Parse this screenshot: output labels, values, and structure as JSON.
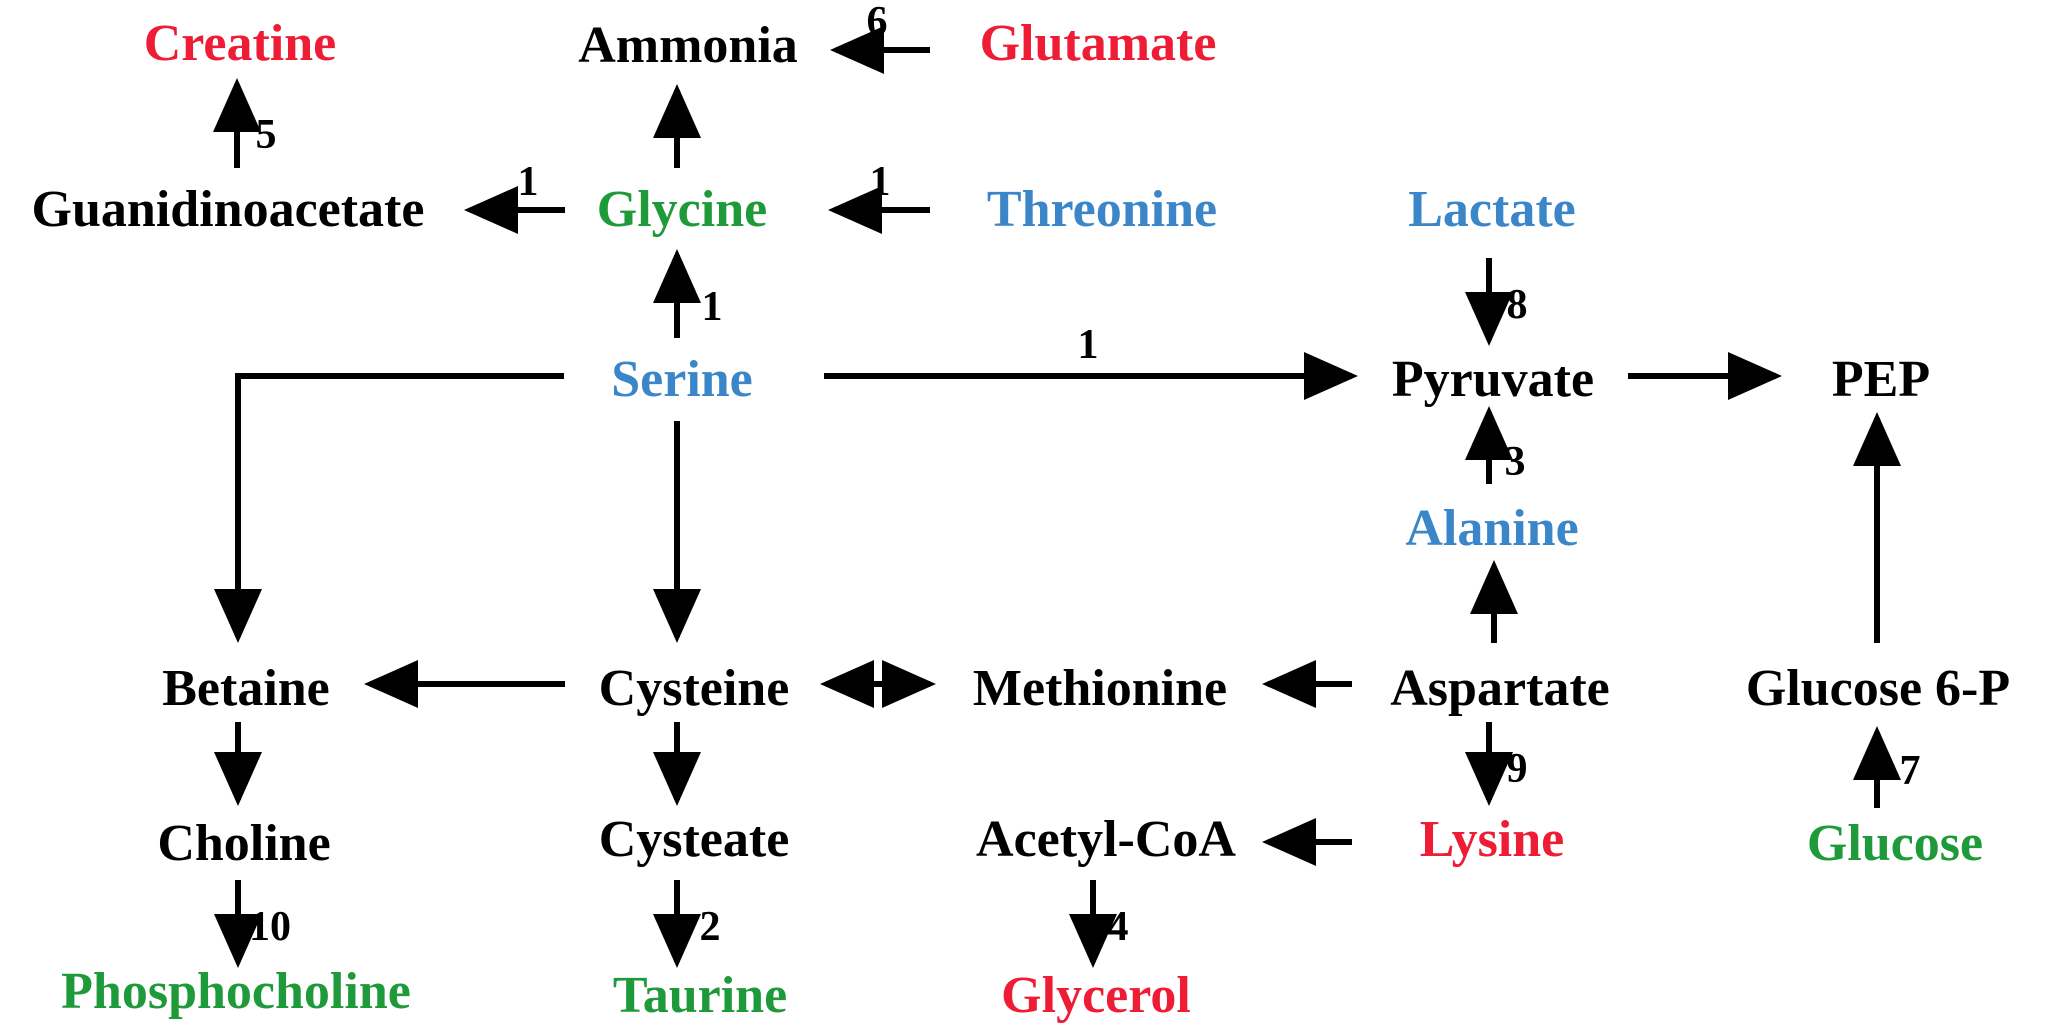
{
  "colors": {
    "red": "#ee1c34",
    "blue": "#3a86c8",
    "green": "#1f9a3a",
    "black": "#000000"
  },
  "nodes": {
    "creatine": {
      "label": "Creatine",
      "color": "red"
    },
    "ammonia": {
      "label": "Ammonia",
      "color": "black"
    },
    "glutamate": {
      "label": "Glutamate",
      "color": "red"
    },
    "guanidinoacetate": {
      "label": "Guanidinoacetate",
      "color": "black"
    },
    "glycine": {
      "label": "Glycine",
      "color": "green"
    },
    "threonine": {
      "label": "Threonine",
      "color": "blue"
    },
    "lactate": {
      "label": "Lactate",
      "color": "blue"
    },
    "serine": {
      "label": "Serine",
      "color": "blue"
    },
    "pyruvate": {
      "label": "Pyruvate",
      "color": "black"
    },
    "pep": {
      "label": "PEP",
      "color": "black"
    },
    "alanine": {
      "label": "Alanine",
      "color": "blue"
    },
    "betaine": {
      "label": "Betaine",
      "color": "black"
    },
    "cysteine": {
      "label": "Cysteine",
      "color": "black"
    },
    "methionine": {
      "label": "Methionine",
      "color": "black"
    },
    "aspartate": {
      "label": "Aspartate",
      "color": "black"
    },
    "glucose6p": {
      "label": "Glucose 6-P",
      "color": "black"
    },
    "choline": {
      "label": "Choline",
      "color": "black"
    },
    "cysteate": {
      "label": "Cysteate",
      "color": "black"
    },
    "acetylcoa": {
      "label": "Acetyl-CoA",
      "color": "black"
    },
    "lysine": {
      "label": "Lysine",
      "color": "red"
    },
    "glucose": {
      "label": "Glucose",
      "color": "green"
    },
    "phosphocholine": {
      "label": "Phosphocholine",
      "color": "green"
    },
    "taurine": {
      "label": "Taurine",
      "color": "green"
    },
    "glycerol": {
      "label": "Glycerol",
      "color": "red"
    }
  },
  "edges": [
    {
      "from": "guanidinoacetate",
      "to": "creatine",
      "label": "5"
    },
    {
      "from": "glutamate",
      "to": "ammonia",
      "label": "6"
    },
    {
      "from": "glycine",
      "to": "ammonia",
      "label": ""
    },
    {
      "from": "glycine",
      "to": "guanidinoacetate",
      "label": "1"
    },
    {
      "from": "threonine",
      "to": "glycine",
      "label": "1"
    },
    {
      "from": "serine",
      "to": "glycine",
      "label": "1"
    },
    {
      "from": "lactate",
      "to": "pyruvate",
      "label": "8"
    },
    {
      "from": "serine",
      "to": "pyruvate",
      "label": "1"
    },
    {
      "from": "pyruvate",
      "to": "pep",
      "label": ""
    },
    {
      "from": "alanine",
      "to": "pyruvate",
      "label": "3"
    },
    {
      "from": "serine",
      "to": "betaine",
      "label": ""
    },
    {
      "from": "serine",
      "to": "cysteine",
      "label": ""
    },
    {
      "from": "aspartate",
      "to": "alanine",
      "label": ""
    },
    {
      "from": "glucose6p",
      "to": "pep",
      "label": ""
    },
    {
      "from": "cysteine",
      "to": "betaine",
      "label": ""
    },
    {
      "from": "cysteine",
      "to": "methionine",
      "label": "",
      "bidirectional": true
    },
    {
      "from": "aspartate",
      "to": "methionine",
      "label": ""
    },
    {
      "from": "glucose",
      "to": "glucose6p",
      "label": "7"
    },
    {
      "from": "betaine",
      "to": "choline",
      "label": ""
    },
    {
      "from": "cysteine",
      "to": "cysteate",
      "label": ""
    },
    {
      "from": "aspartate",
      "to": "lysine",
      "label": "9"
    },
    {
      "from": "lysine",
      "to": "acetylcoa",
      "label": ""
    },
    {
      "from": "choline",
      "to": "phosphocholine",
      "label": "10"
    },
    {
      "from": "cysteate",
      "to": "taurine",
      "label": "2"
    },
    {
      "from": "acetylcoa",
      "to": "glycerol",
      "label": "4"
    }
  ]
}
